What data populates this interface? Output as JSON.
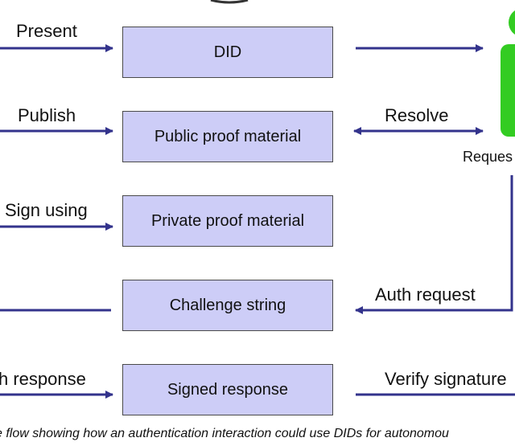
{
  "boxes": {
    "did": "DID",
    "public_proof": "Public proof material",
    "private_proof": "Private proof material",
    "challenge": "Challenge string",
    "signed_response": "Signed response"
  },
  "left_labels": {
    "present": "Present",
    "publish": "Publish",
    "sign_using": "Sign using",
    "response": "h response"
  },
  "right_labels": {
    "resolve": "Resolve",
    "auth_request": "Auth request",
    "verify_signature": "Verify signature"
  },
  "actor": {
    "label": "Reques",
    "icon": "person-icon"
  },
  "caption": "e flow showing how an authentication interaction could use DIDs for autonomou",
  "colors": {
    "arrow": "#33338c",
    "box_fill": "#cdcdf7",
    "person": "#33cc22"
  }
}
